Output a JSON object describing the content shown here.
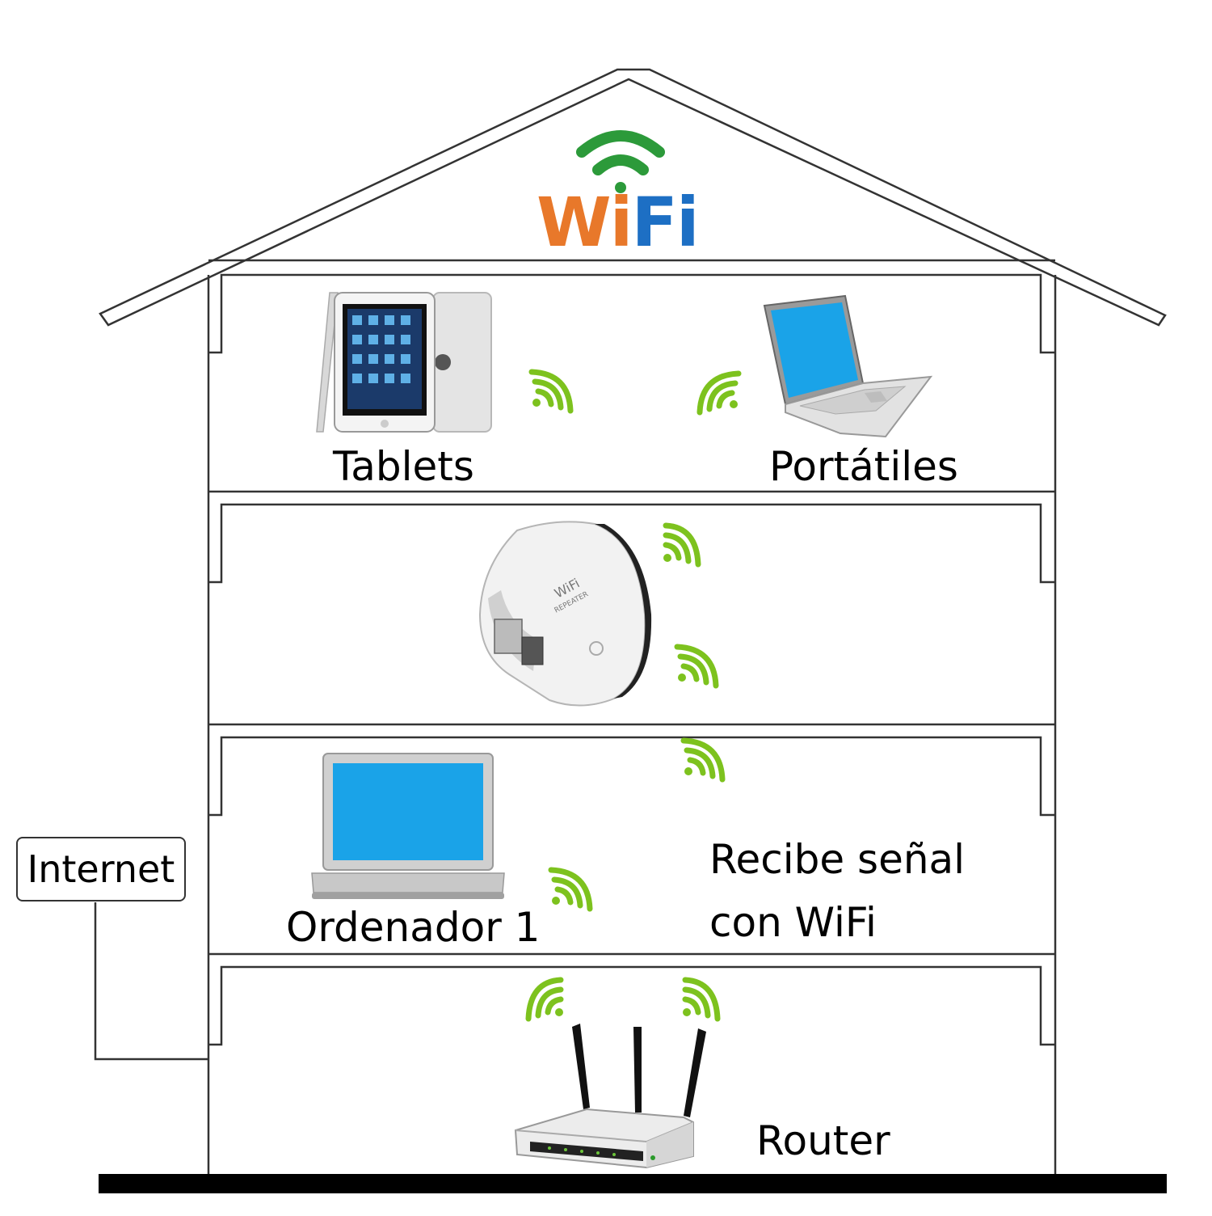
{
  "logo": {
    "text_w": "W",
    "text_i": "i",
    "text_fi": "Fi"
  },
  "labels": {
    "tablets": "Tablets",
    "portatiles": "Portátiles",
    "ordenador": "Ordenador 1",
    "recibe_line1": "Recibe señal",
    "recibe_line2": "con WiFi",
    "router": "Router",
    "internet": "Internet"
  },
  "colors": {
    "signal_green": "#7dc21e",
    "logo_orange": "#e8782a",
    "logo_blue": "#1d6fc4",
    "logo_green": "#2c9a3a",
    "screen_blue": "#1aa3e8",
    "ground": "#000000"
  },
  "icons": [
    "wifi-logo-icon",
    "tablet-icon",
    "laptop-icon",
    "repeater-icon",
    "router-icon",
    "signal-icon"
  ]
}
